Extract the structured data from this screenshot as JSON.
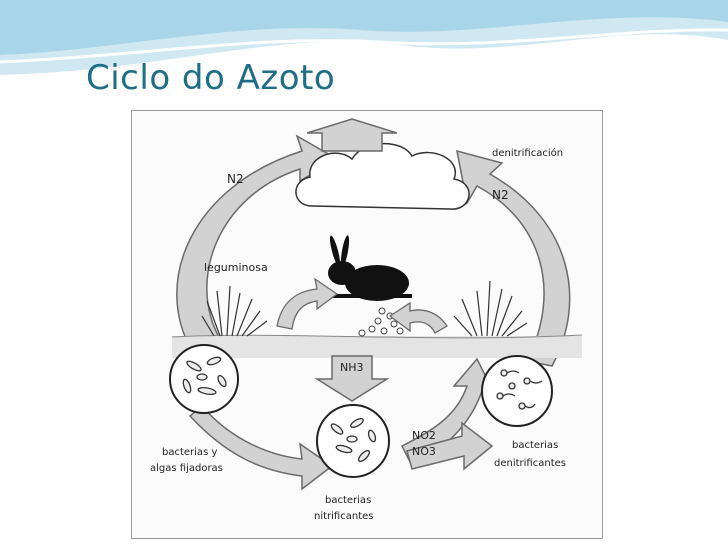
{
  "slide": {
    "title": "Ciclo do Azoto"
  },
  "colors": {
    "title": "#1e6e87",
    "banner_light": "#cfe8f2",
    "banner_mid": "#8cc3dc",
    "arrow_fill": "#d2d2d2",
    "arrow_stroke": "#6a6a6a"
  },
  "diagram": {
    "labels": {
      "n2_left": "N2",
      "denitrificacion": "denitrificación",
      "n2_right": "N2",
      "leguminosa": "leguminosa",
      "nh3": "NH3",
      "no2": "NO2",
      "no3": "NO3",
      "bacterias_algas_line1": "bacterias y",
      "bacterias_algas_line2": "algas fijadoras",
      "bacterias_nitrificantes_line1": "bacterias",
      "bacterias_nitrificantes_line2": "nitrificantes",
      "bacterias_denitrificantes_line1": "bacterias",
      "bacterias_denitrificantes_line2": "denitrificantes"
    },
    "icons": [
      "cloud-icon",
      "rabbit-icon",
      "grass-icon",
      "bacteria-circle-icon"
    ]
  }
}
